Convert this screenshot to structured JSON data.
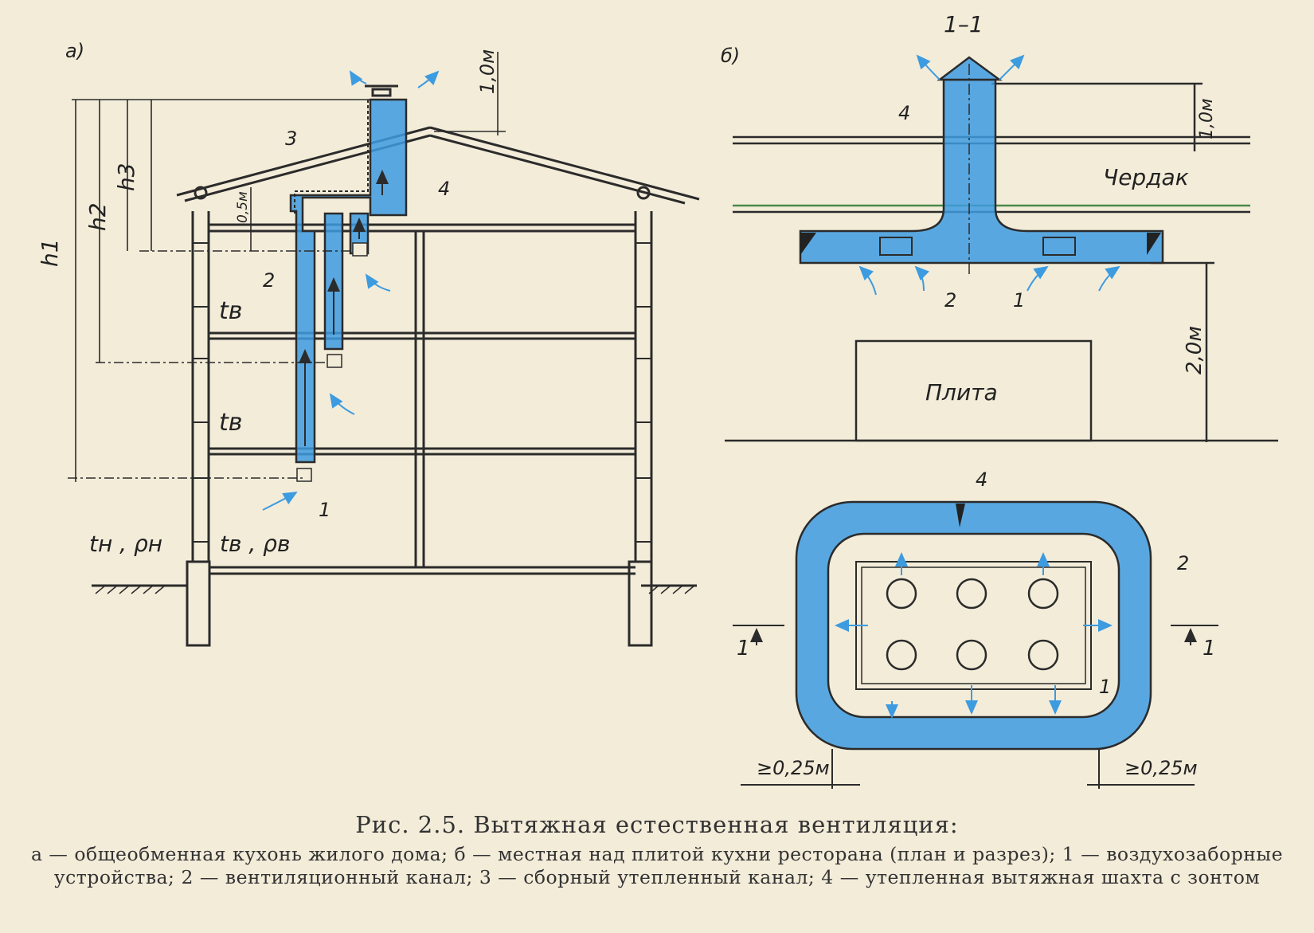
{
  "figure": {
    "panel_a_label": "а)",
    "panel_b_label": "б)",
    "section_label": "1–1",
    "panel_a": {
      "h1": "h1",
      "h2": "h2",
      "h3": "h3",
      "dim_top": "1,0м",
      "dim_small": "0,5м",
      "tv_upper": "tв",
      "tv_lower": "tв",
      "outside": "tн , ρн",
      "inside": "tв , ρв",
      "callouts": [
        "1",
        "2",
        "3",
        "4"
      ]
    },
    "panel_b": {
      "attic": "Чердак",
      "stove": "Плита",
      "dim_top": "1,0м",
      "dim_height": "2,0м",
      "dim_left": "≥0,25м",
      "dim_right": "≥0,25м",
      "section_marks": [
        "1",
        "1"
      ],
      "callouts_section": [
        "4",
        "2",
        "1"
      ],
      "callouts_plan": [
        "4",
        "2",
        "1"
      ]
    }
  },
  "caption": {
    "title": "Рис. 2.5. Вытяжная естественная вентиляция:",
    "body": "а — общеобменная кухонь жилого дома; б — местная над плитой кухни ресторана (план и разрез); 1 — воздухозаборные устройства; 2 — вентиляционный канал; 3 — сборный утепленный канал; 4 — утепленная вытяжная шахта с зонтом"
  },
  "colors": {
    "paper": "#f3ecd9",
    "duct_blue": "#3d9be0",
    "line": "#2b2b2b"
  }
}
